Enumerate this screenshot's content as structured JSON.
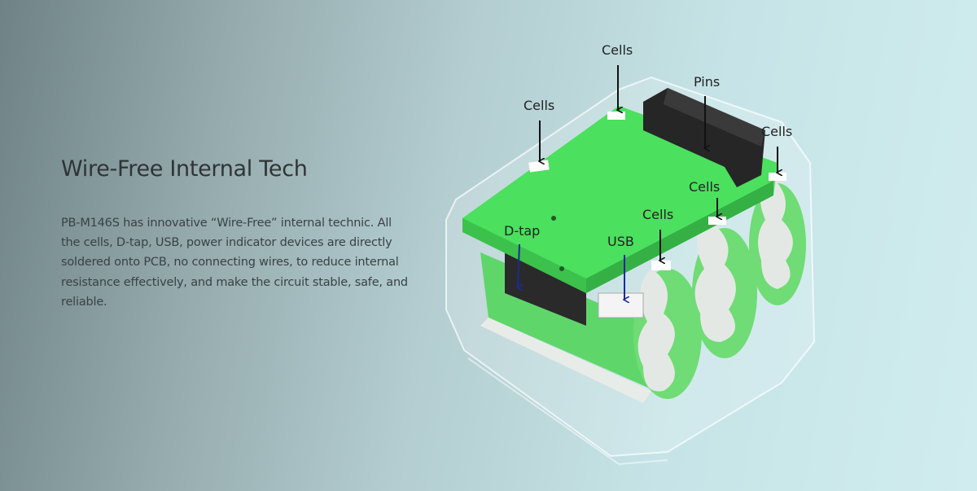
{
  "section": {
    "title": "Wire-Free Internal Tech",
    "description": "PB-M146S has innovative “Wire-Free” internal technic. All the cells, D-tap, USB, power indicator devices are directly soldered onto PCB, no connecting wires, to reduce internal resistance effectively, and make the circuit stable, safe, and reliable."
  },
  "callouts": {
    "cells_top": "Cells",
    "pins": "Pins",
    "cells_left": "Cells",
    "cells_right": "Cells",
    "cells_mid": "Cells",
    "cells_front": "Cells",
    "dtap": "D-tap",
    "usb": "USB"
  },
  "colors": {
    "pcb": "#4be05e",
    "arrow_dark": "#111111",
    "arrow_blue": "#1a2a9a"
  }
}
